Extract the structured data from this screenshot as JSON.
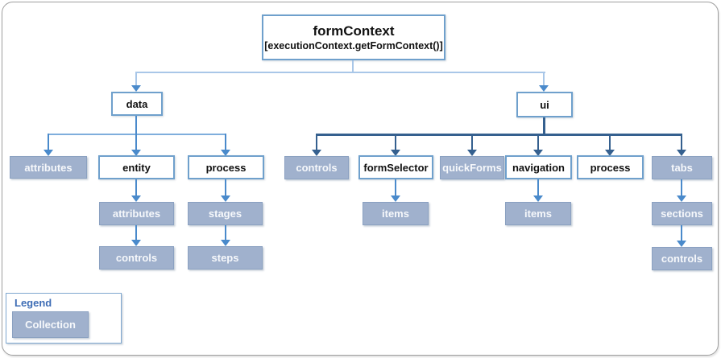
{
  "tree": {
    "root": {
      "title": "formContext",
      "subtitle": "[executionContext.getFormContext()]"
    },
    "data": {
      "label": "data",
      "attributes": {
        "label": "attributes",
        "type": "collection"
      },
      "entity": {
        "label": "entity",
        "type": "object",
        "attributes": {
          "label": "attributes",
          "type": "collection"
        },
        "controls": {
          "label": "controls",
          "type": "collection"
        }
      },
      "process": {
        "label": "process",
        "type": "object",
        "stages": {
          "label": "stages",
          "type": "collection"
        },
        "steps": {
          "label": "steps",
          "type": "collection"
        }
      }
    },
    "ui": {
      "label": "ui",
      "controls": {
        "label": "controls",
        "type": "collection"
      },
      "formSelector": {
        "label": "formSelector",
        "type": "object",
        "items": {
          "label": "items",
          "type": "collection"
        }
      },
      "quickForms": {
        "label": "quickForms",
        "type": "collection"
      },
      "navigation": {
        "label": "navigation",
        "type": "object",
        "items": {
          "label": "items",
          "type": "collection"
        }
      },
      "process": {
        "label": "process",
        "type": "object"
      },
      "tabs": {
        "label": "tabs",
        "type": "collection",
        "sections": {
          "label": "sections",
          "type": "collection"
        },
        "controls": {
          "label": "controls",
          "type": "collection"
        }
      }
    }
  },
  "legend": {
    "title": "Legend",
    "items": [
      {
        "label": "Collection"
      }
    ]
  },
  "colors": {
    "collection_fill": "#A0B1CD",
    "collection_border": "#8BA1C1",
    "object_border": "#6FA0CC",
    "connector_light": "#A9C7E8",
    "connector_medium": "#4A8ACB",
    "connector_dark": "#35608F",
    "legend_title": "#3E6DB5",
    "frame_border": "#9E9E9E"
  }
}
